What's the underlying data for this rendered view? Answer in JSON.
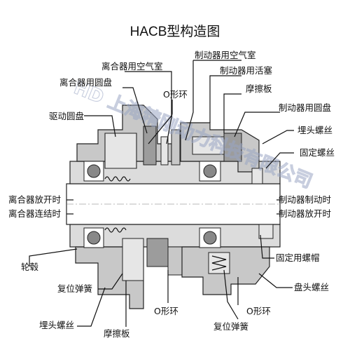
{
  "title": "HACB型构造图",
  "watermark": "HD 上海精刚动力科技有限公司",
  "labels": {
    "clutch_air_chamber": "离合器用空气室",
    "brake_air_chamber": "制动器用空气室",
    "clutch_disc": "离合器用圆盘",
    "brake_piston": "制动器用活塞",
    "o_ring_top": "O形环",
    "friction_plate_top": "摩擦板",
    "drive_disc": "驱动圆盘",
    "brake_disc": "制动器用圆盘",
    "buried_screw_right": "埋头螺丝",
    "fixing_screw": "固定螺丝",
    "clutch_release": "离合器放开时",
    "clutch_engage": "离合器连结时",
    "brake_braking": "制动器制动时",
    "brake_release": "制动器放开时",
    "hub": "轮毂",
    "fixing_nut": "固定用螺帽",
    "return_spring_left": "复位弹簧",
    "pan_head_screw": "盘头螺丝",
    "buried_screw_left": "埋头螺丝",
    "o_ring_bottom_left": "O形环",
    "o_ring_bottom_right": "O形环",
    "friction_plate_bottom": "摩擦板",
    "return_spring_bottom": "复位弹簧"
  },
  "colors": {
    "line": "#111111",
    "part_light": "#e6e6e6",
    "part_mid": "#c8c8c8",
    "part_dark": "#9c9c9c",
    "watermark": "#9aa6c4"
  }
}
